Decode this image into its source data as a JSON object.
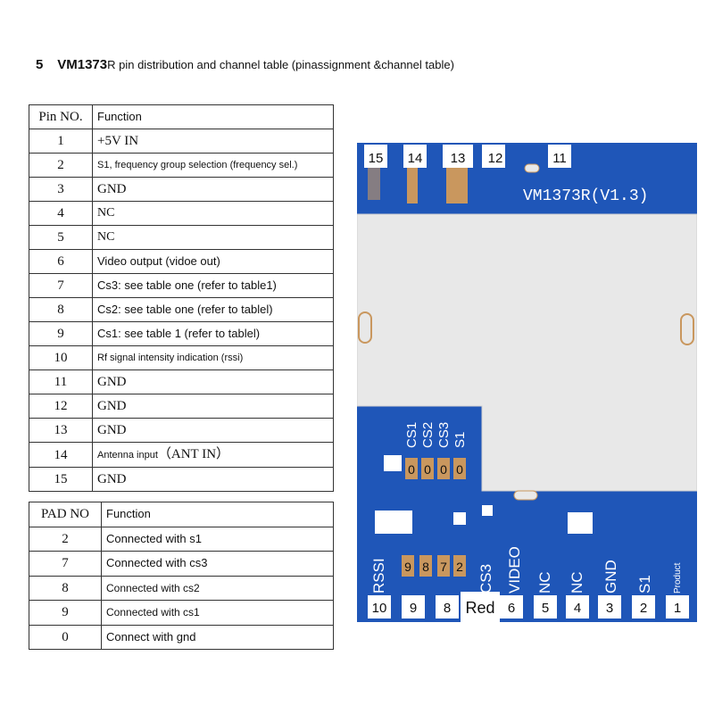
{
  "heading": {
    "number": "5",
    "model": "VM1373",
    "rest": "R pin distribution and channel table (pinassignment &channel table)"
  },
  "pin_table": {
    "headers": [
      "Pin NO.",
      "Function"
    ],
    "rows": [
      {
        "pin": "1",
        "func": "+5V IN"
      },
      {
        "pin": "2",
        "func": "S1, frequency group selection (frequency sel.)"
      },
      {
        "pin": "3",
        "func": "GND"
      },
      {
        "pin": "4",
        "func": "NC"
      },
      {
        "pin": "5",
        "func": "NC"
      },
      {
        "pin": "6",
        "func": "Video output (vidoe out)"
      },
      {
        "pin": "7",
        "func": "Cs3: see table one (refer to table1)"
      },
      {
        "pin": "8",
        "func": "Cs2: see table one (refer to tablel)"
      },
      {
        "pin": "9",
        "func": "Cs1: see table 1 (refer to tablel)"
      },
      {
        "pin": "10",
        "func": "Rf signal intensity indication (rssi)"
      },
      {
        "pin": "11",
        "func": "GND"
      },
      {
        "pin": "12",
        "func": "GND"
      },
      {
        "pin": "13",
        "func": "GND"
      },
      {
        "pin": "14",
        "func": "Antenna input",
        "func_extra": "（ANT IN）"
      },
      {
        "pin": "15",
        "func": "GND"
      }
    ]
  },
  "pad_table": {
    "headers": [
      "PAD NO",
      "Function"
    ],
    "rows": [
      {
        "pad": "2",
        "func": "Connected with s1"
      },
      {
        "pad": "7",
        "func": "Connected with cs3"
      },
      {
        "pad": "8",
        "func": "Connected with cs2"
      },
      {
        "pad": "9",
        "func": "Connected with cs1"
      },
      {
        "pad": "0",
        "func": "Connect with gnd"
      }
    ]
  },
  "board": {
    "silk_title": "VM1373R(V1.3)",
    "top_pin_numbers": [
      "15",
      "14",
      "13",
      "12",
      "11"
    ],
    "switch_labels": [
      "CS1",
      "CS2",
      "CS3",
      "S1"
    ],
    "switch_pads": [
      "0",
      "0",
      "0",
      "0"
    ],
    "pad_numbers": [
      "9",
      "8",
      "7",
      "2"
    ],
    "bottom_labels": [
      "RSSI",
      "CS3",
      "VIDEO",
      "NC",
      "NC",
      "GND",
      "S1",
      "Product"
    ],
    "bottom_pin_numbers": [
      "10",
      "9",
      "8",
      "6",
      "5",
      "4",
      "3",
      "2",
      "1"
    ],
    "red_label": "Red",
    "colors": {
      "pcb": "#1f56b8",
      "shield": "#eaeaea",
      "pad": "#c9975e",
      "silk": "#ffffff"
    }
  }
}
